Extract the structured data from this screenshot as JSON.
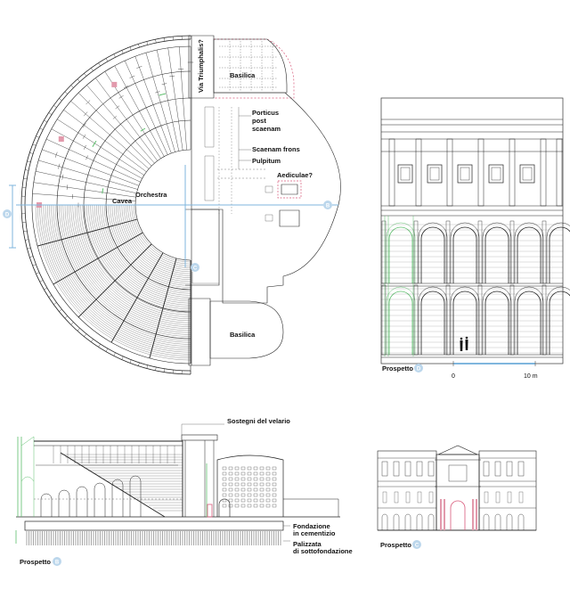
{
  "colors": {
    "ink": "#222222",
    "accent_blue": "#7fb6de",
    "accent_green": "#5fbf6e",
    "accent_pink": "#d85a7b"
  },
  "plan": {
    "labels": {
      "via": "Via Triumphalis?",
      "basilica_top": "Basilica",
      "porticus_1": "Porticus",
      "porticus_2": "post",
      "porticus_3": "scaenam",
      "scaenam_frons": "Scaenam frons",
      "pulpitum": "Pulpitum",
      "aediculae": "Aediculae?",
      "orchestra": "Orchestra",
      "cavea": "Cavea",
      "basilica_bottom": "Basilica"
    },
    "markers": {
      "d": "D",
      "b": "B",
      "c": "C"
    }
  },
  "elevation_d": {
    "caption": "Prospetto",
    "marker": "D",
    "scale_start": "0",
    "scale_end": "10 m"
  },
  "section_b": {
    "caption": "Prospetto",
    "marker": "B",
    "labels": {
      "velario": "Sostegni del velario",
      "fond_1": "Fondazione",
      "fond_2": "in cementizio",
      "pal_1": "Palizzata",
      "pal_2": "di sottofondazione"
    }
  },
  "elevation_c": {
    "caption": "Prospetto",
    "marker": "C"
  }
}
